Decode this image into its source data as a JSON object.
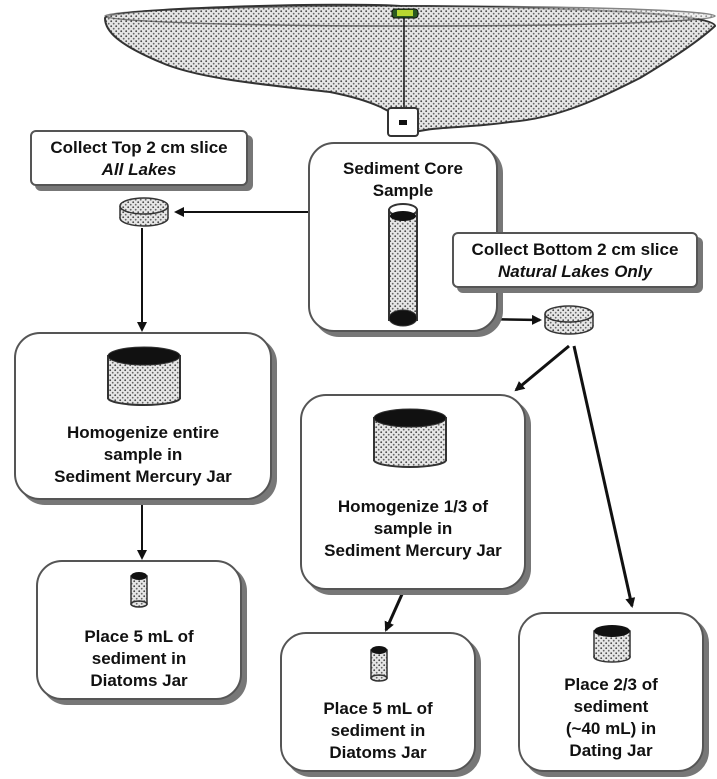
{
  "top_slice": {
    "line1": "Collect Top 2 cm slice",
    "line2": "All Lakes"
  },
  "core": {
    "line1": "Sediment Core",
    "line2": "Sample"
  },
  "bottom_slice": {
    "line1": "Collect Bottom 2 cm slice",
    "line2": "Natural Lakes Only"
  },
  "homog_entire": {
    "line1": "Homogenize entire",
    "line2": "sample in",
    "line3": "Sediment Mercury Jar"
  },
  "diatoms_left": {
    "line1": "Place 5 mL of",
    "line2": "sediment in",
    "line3": "Diatoms Jar"
  },
  "homog_third": {
    "line1": "Homogenize 1/3 of",
    "line2": "sample in",
    "line3": "Sediment Mercury Jar"
  },
  "diatoms_mid": {
    "line1": "Place 5 mL of",
    "line2": "sediment in",
    "line3": "Diatoms Jar"
  },
  "dating": {
    "line1": "Place 2/3 of",
    "line2": "sediment",
    "line3": "(~40 mL) in",
    "line4": "Dating Jar"
  }
}
